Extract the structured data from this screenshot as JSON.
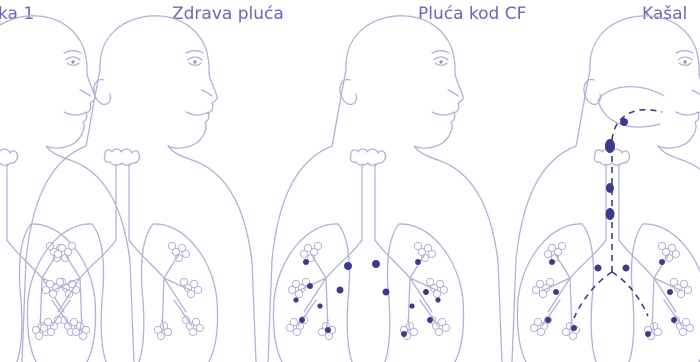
{
  "labels": [
    "ka 1",
    "Zdrava pluća",
    "Pluća kod CF",
    "Kašal"
  ],
  "colors": {
    "label": "#6f63b8",
    "outline": "#b3b0d8",
    "mucus": "#3c3a8e",
    "background": "#ffffff"
  }
}
